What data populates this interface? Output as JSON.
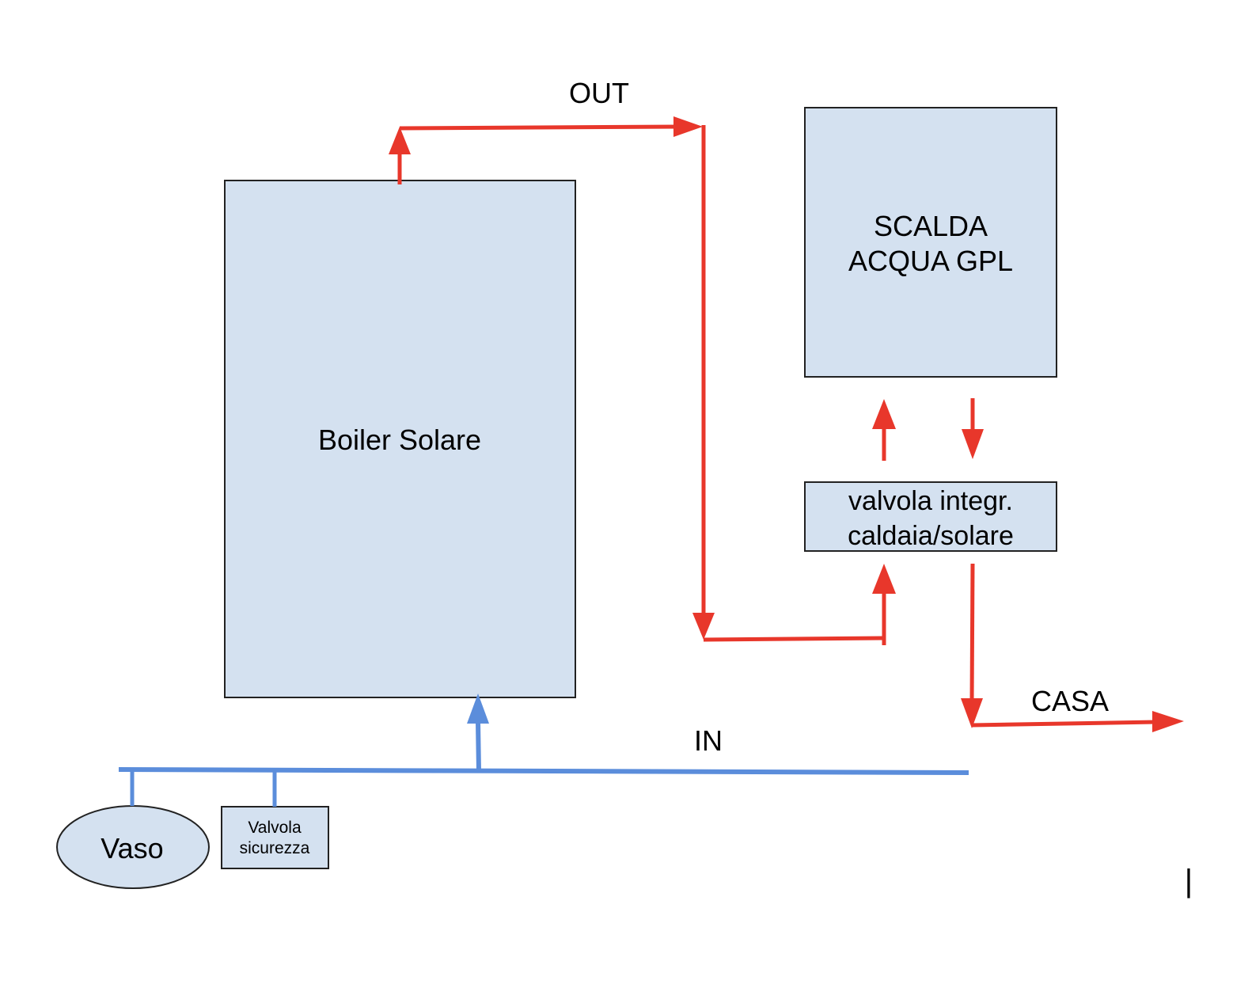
{
  "colors": {
    "hot": "#e8372b",
    "cold": "#5b8ddb",
    "box_fill": "#d4e1f0",
    "box_stroke": "#222222",
    "text": "#000000"
  },
  "labels": {
    "out": "OUT",
    "in": "IN",
    "casa": "CASA"
  },
  "components": {
    "boiler": "Boiler Solare",
    "gpl_line1": "SCALDA",
    "gpl_line2": "ACQUA GPL",
    "valve_line1": "valvola integr.",
    "valve_line2": "caldaia/solare",
    "vaso": "Vaso",
    "safety_line1": "Valvola",
    "safety_line2": "sicurezza"
  },
  "cursor_mark": "|"
}
